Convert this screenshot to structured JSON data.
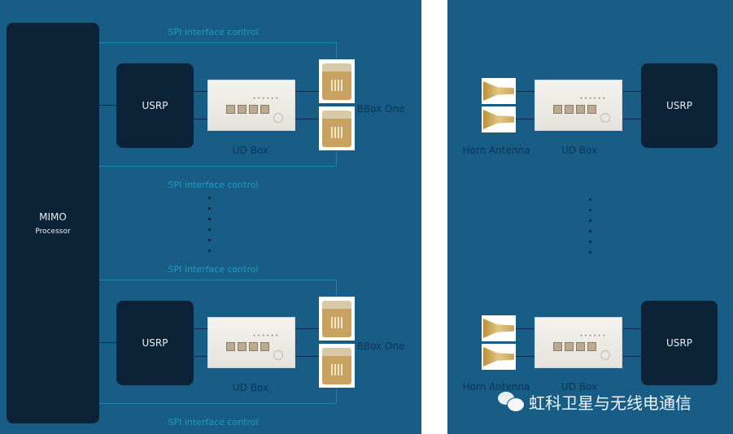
{
  "left": {
    "processor": {
      "title": "MIMO",
      "subtitle": "Processor"
    },
    "spi_label": "SPI interface control",
    "groups": [
      {
        "usrp": "USRP",
        "ud_box": "UD Box",
        "bbox": "BBox One"
      },
      {
        "usrp": "USRP",
        "ud_box": "UD Box",
        "bbox": "BBox One"
      }
    ]
  },
  "right": {
    "groups": [
      {
        "usrp": "USRP",
        "ud_box": "UD Box",
        "antenna": "Horn Antenna"
      },
      {
        "usrp": "USRP",
        "ud_box": "UD Box",
        "antenna": "Horn Antenna"
      }
    ]
  },
  "watermark": "虹科卫星与无线电通信",
  "colors": {
    "panel": "#175d85",
    "dark_box": "#0c2236",
    "spi": "#1e9cc0"
  }
}
